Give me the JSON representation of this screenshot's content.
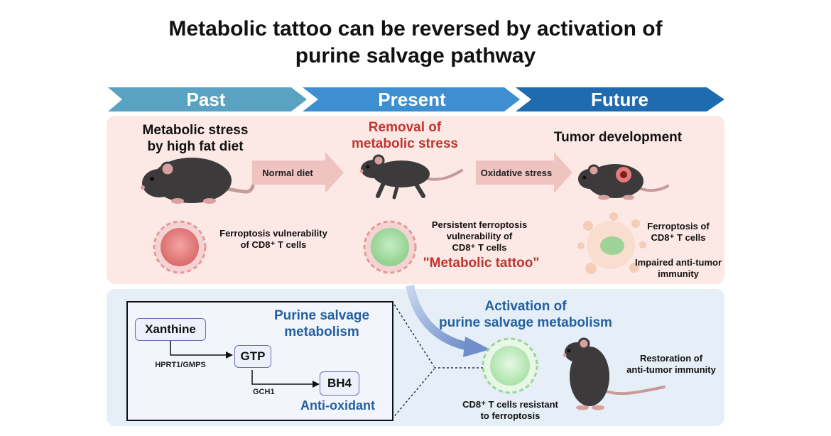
{
  "title": {
    "line1": "Metabolic tattoo can be reversed by activation of",
    "line2": "purine salvage pathway"
  },
  "timeline": {
    "past": "Past",
    "present": "Present",
    "future": "Future",
    "colors": [
      "#5aa2c2",
      "#3e8fd1",
      "#1f6bb0"
    ]
  },
  "past": {
    "heading_line1": "Metabolic stress",
    "heading_line2": "by high fat diet",
    "cell_text_line1": "Ferroptosis vulnerability",
    "cell_text_line2": "of CD8⁺ T cells"
  },
  "transition1": {
    "label": "Normal diet"
  },
  "present": {
    "heading_line1": "Removal of",
    "heading_line2": "metabolic stress",
    "cell_text_line1": "Persistent ferroptosis",
    "cell_text_line2": "vulnerability of",
    "cell_text_line3": "CD8⁺ T cells",
    "tattoo": "\"Metabolic tattoo\""
  },
  "transition2": {
    "label": "Oxidative stress"
  },
  "future": {
    "heading": "Tumor development",
    "text1_line1": "Ferroptosis of",
    "text1_line2": "CD8⁺ T cells",
    "text2_line1": "Impaired anti-tumor",
    "text2_line2": "immunity"
  },
  "activation": {
    "line1": "Activation of",
    "line2": "purine salvage metabolism"
  },
  "pathway": {
    "title_line1": "Purine salvage",
    "title_line2": "metabolism",
    "xanthine": "Xanthine",
    "gtp": "GTP",
    "bh4": "BH4",
    "enzyme1": "HPRT1/GMPS",
    "enzyme2": "GCH1",
    "antioxidant": "Anti-oxidant"
  },
  "outcome": {
    "cell_text_line1": "CD8⁺ T cells resistant",
    "cell_text_line2": "to ferroptosis",
    "mouse_text_line1": "Restoration of",
    "mouse_text_line2": "anti-tumor immunity"
  }
}
